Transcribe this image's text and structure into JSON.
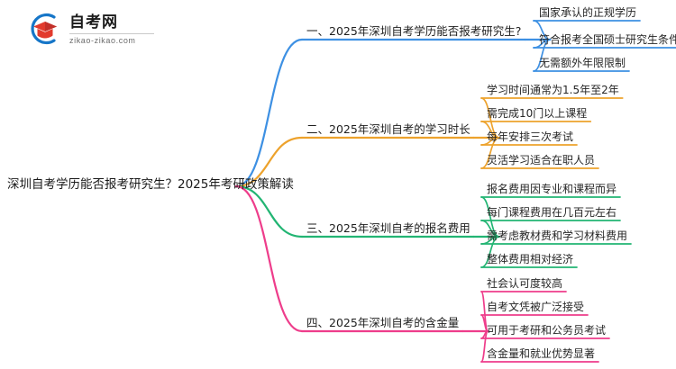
{
  "logo": {
    "name_cn": "自考网",
    "name_en": "zikao-zikao.com",
    "icon": "graduation-cap-logo-icon",
    "ring_color": "#1676c8",
    "cap_color": "#e23b2e"
  },
  "mindmap": {
    "root": {
      "label": "深圳自考学历能否报考研究生？2025年考研政策解读"
    },
    "branches": [
      {
        "label": "一、2025年深圳自考学历能否报考研究生?",
        "color": "#3d90e3",
        "children": [
          {
            "label": "国家承认的正规学历"
          },
          {
            "label": "符合报考全国硕士研究生条件"
          },
          {
            "label": "无需额外年限限制"
          }
        ]
      },
      {
        "label": "二、2025年深圳自考的学习时长",
        "color": "#eda22c",
        "children": [
          {
            "label": "学习时间通常为1.5年至2年"
          },
          {
            "label": "需完成10门以上课程"
          },
          {
            "label": "每年安排三次考试"
          },
          {
            "label": "灵活学习适合在职人员"
          }
        ]
      },
      {
        "label": "三、2025年深圳自考的报名费用",
        "color": "#22b573",
        "children": [
          {
            "label": "报名费用因专业和课程而异"
          },
          {
            "label": "每门课程费用在几百元左右"
          },
          {
            "label": "需考虑教材费和学习材料费用"
          },
          {
            "label": "整体费用相对经济"
          }
        ]
      },
      {
        "label": "四、2025年深圳自考的含金量",
        "color": "#ee3d8b",
        "children": [
          {
            "label": "社会认可度较高"
          },
          {
            "label": "自考文凭被广泛接受"
          },
          {
            "label": "可用于考研和公务员考试"
          },
          {
            "label": "含金量和就业优势显著"
          }
        ]
      }
    ]
  }
}
